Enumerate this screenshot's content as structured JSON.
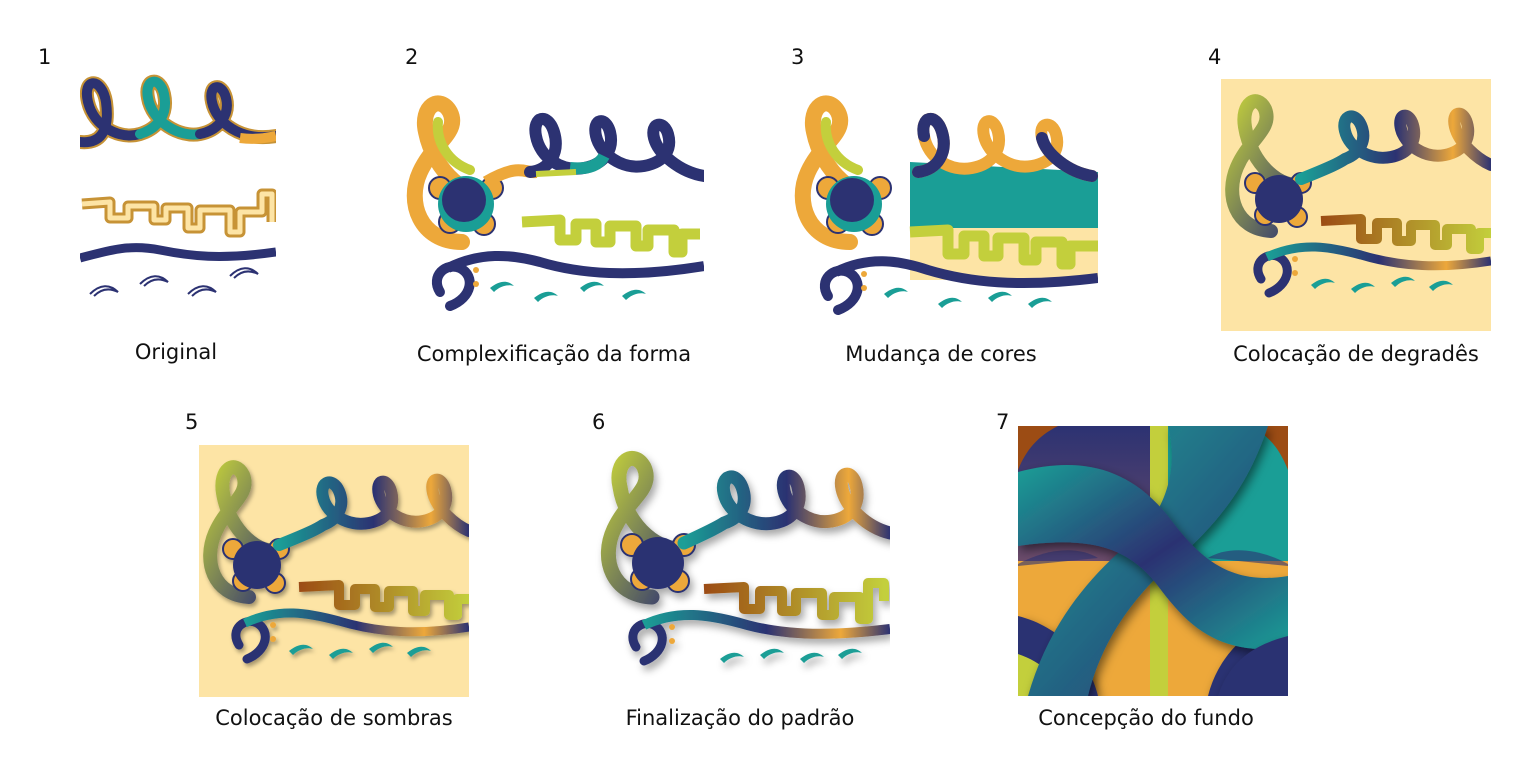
{
  "steps": [
    {
      "number": "1",
      "caption": "Original"
    },
    {
      "number": "2",
      "caption": "Complexificação da forma"
    },
    {
      "number": "3",
      "caption": "Mudança de cores"
    },
    {
      "number": "4",
      "caption": "Colocação de degradês"
    },
    {
      "number": "5",
      "caption": "Colocação de sombras"
    },
    {
      "number": "6",
      "caption": "Finalização do padrão"
    },
    {
      "number": "7",
      "caption": "Concepção do fundo"
    }
  ],
  "colors": {
    "navy": "#2c3272",
    "teal": "#1a9e96",
    "orange": "#eda83a",
    "lime": "#c3cf3c",
    "cream": "#fde4a5",
    "brown": "#9c4c14"
  },
  "icons": [
    "treble-clef-icon",
    "bass-clef-icon",
    "flower-icon",
    "wave-icon"
  ]
}
